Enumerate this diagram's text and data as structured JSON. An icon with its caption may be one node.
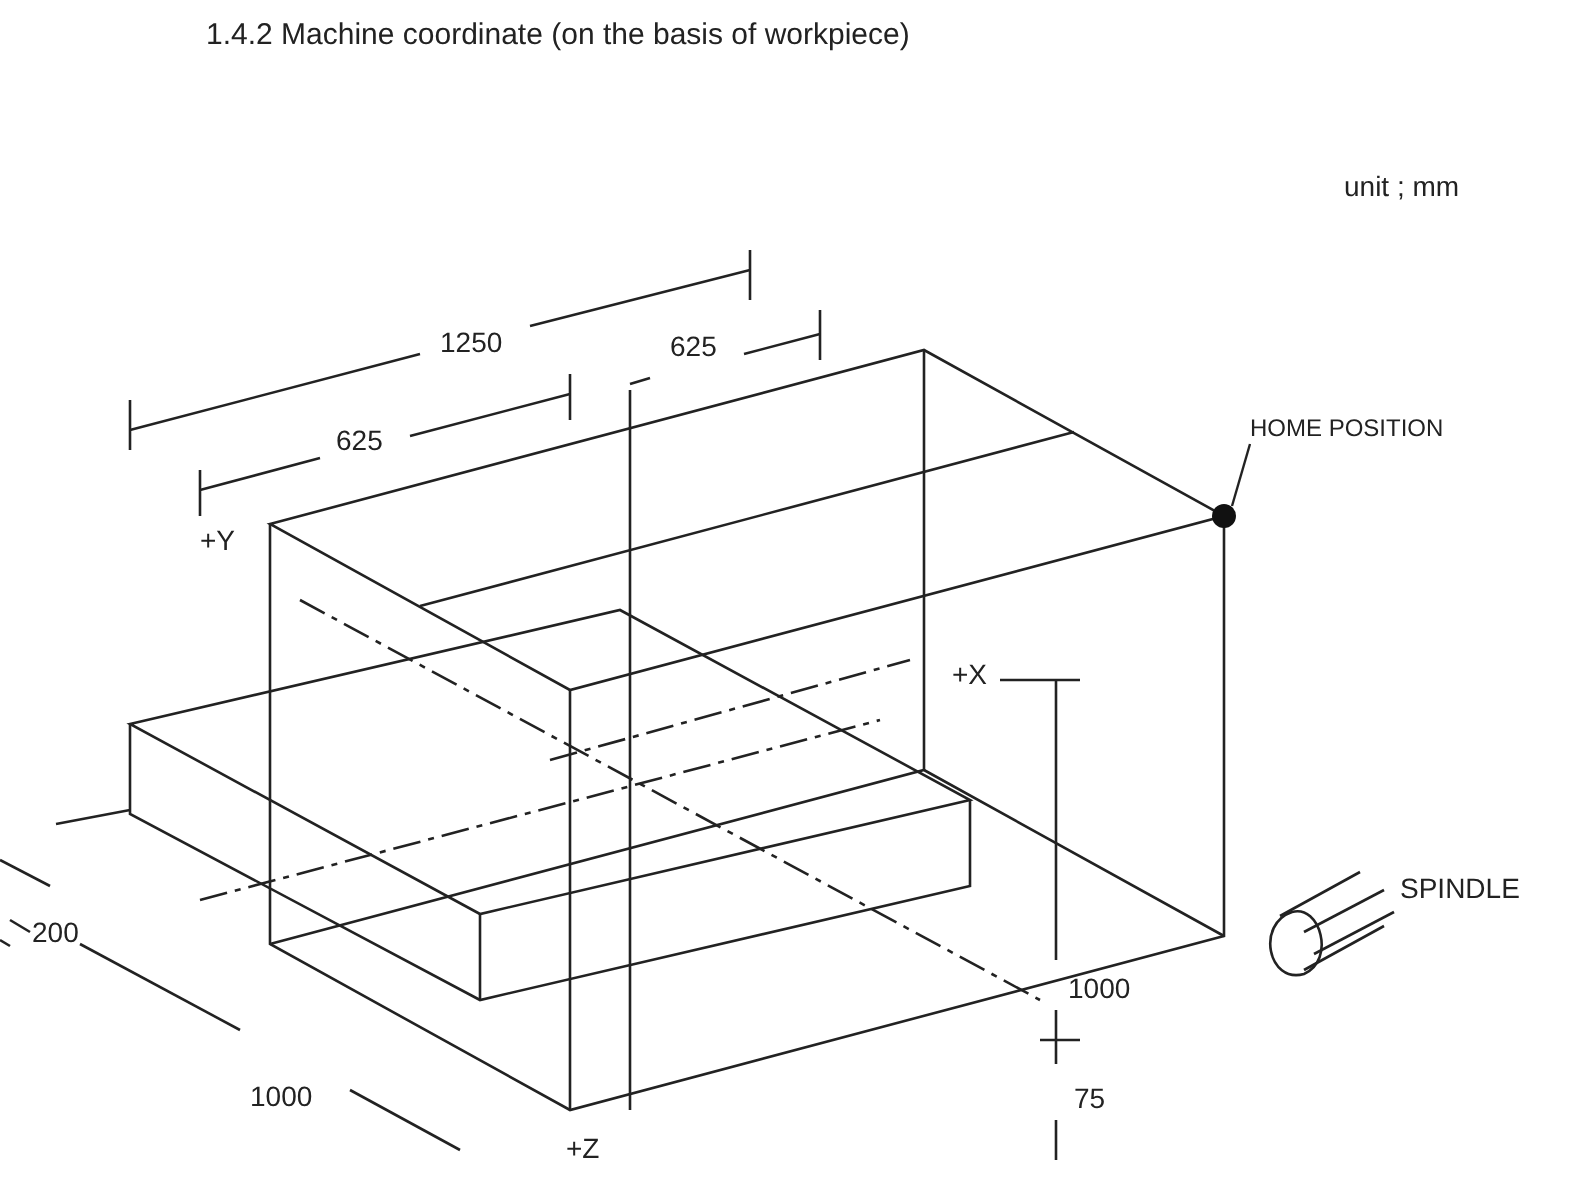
{
  "diagram": {
    "title": "1.4.2 Machine coordinate (on the basis of workpiece)",
    "nodes": [
      {
        "text": [
          "HOME POSITION"
        ]
      },
      {
        "text": [],
        "shape": "circle"
      }
    ],
    "edges": [
      {
        "from": 0,
        "to": 1,
        "arrow": "none"
      }
    ],
    "labels": [
      "unit ; mm",
      "1250",
      "625",
      "625",
      "+Y",
      "+X",
      "SPINDLE",
      "200",
      "1000",
      "1000",
      "75",
      "+Z"
    ]
  }
}
